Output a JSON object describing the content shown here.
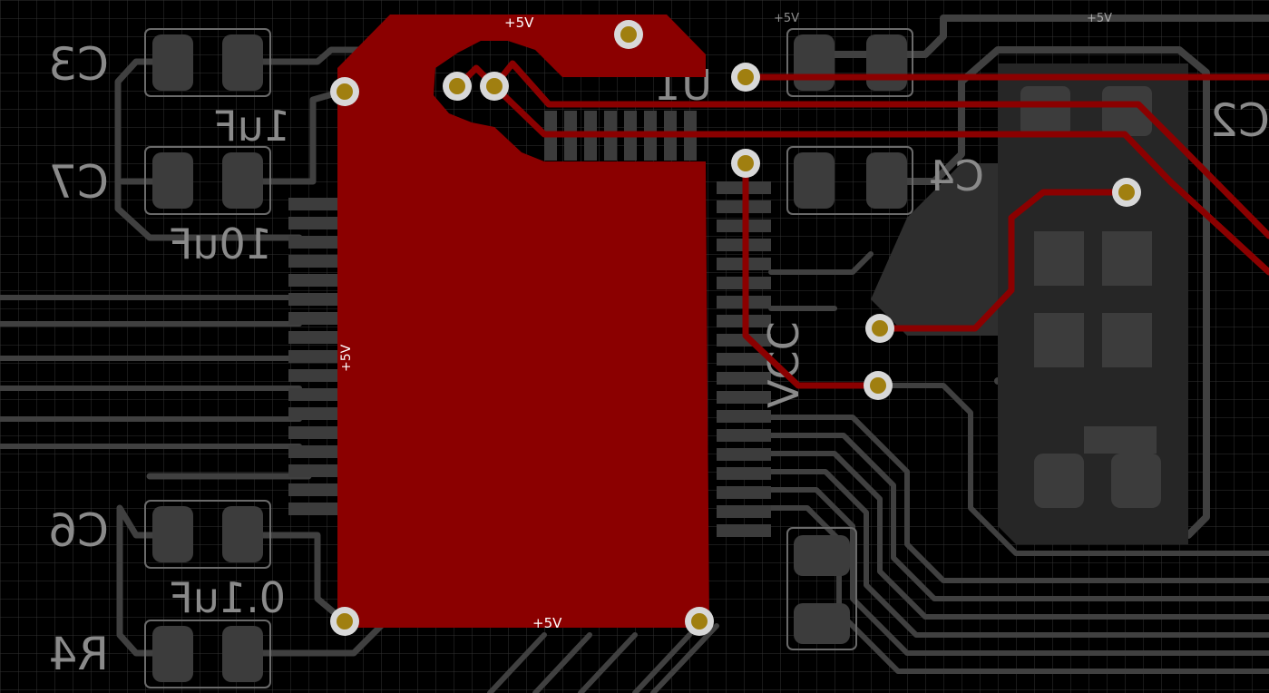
{
  "board": {
    "net_name": "+5V",
    "colors": {
      "background": "#000000",
      "grid": "#5a5a5a",
      "top_copper": "#8b0000",
      "bottom_copper": "#404040",
      "pad": "#3c3c3c",
      "silkscreen": "#8a8a8a",
      "via_ring": "#d8d8d8",
      "via_hole": "#a07f10",
      "net_label": "#ffffff"
    }
  },
  "net_labels": {
    "top": "+5V",
    "top_right_1": "+5V",
    "top_right_2": "+5V",
    "middle_vertical": "+5V",
    "bottom": "+5V"
  },
  "silkscreen": {
    "c3": "C3",
    "c3_value": "1uF",
    "c7": "C7",
    "c7_value": "10uF",
    "c6": "C6",
    "c6_value": "0.1uF",
    "r4": "R4",
    "c2": "C2",
    "c4": "C4",
    "u1": "U1",
    "vcc": "VCC"
  },
  "icons": {
    "via": "via-icon",
    "pad": "smd-pad-icon"
  }
}
